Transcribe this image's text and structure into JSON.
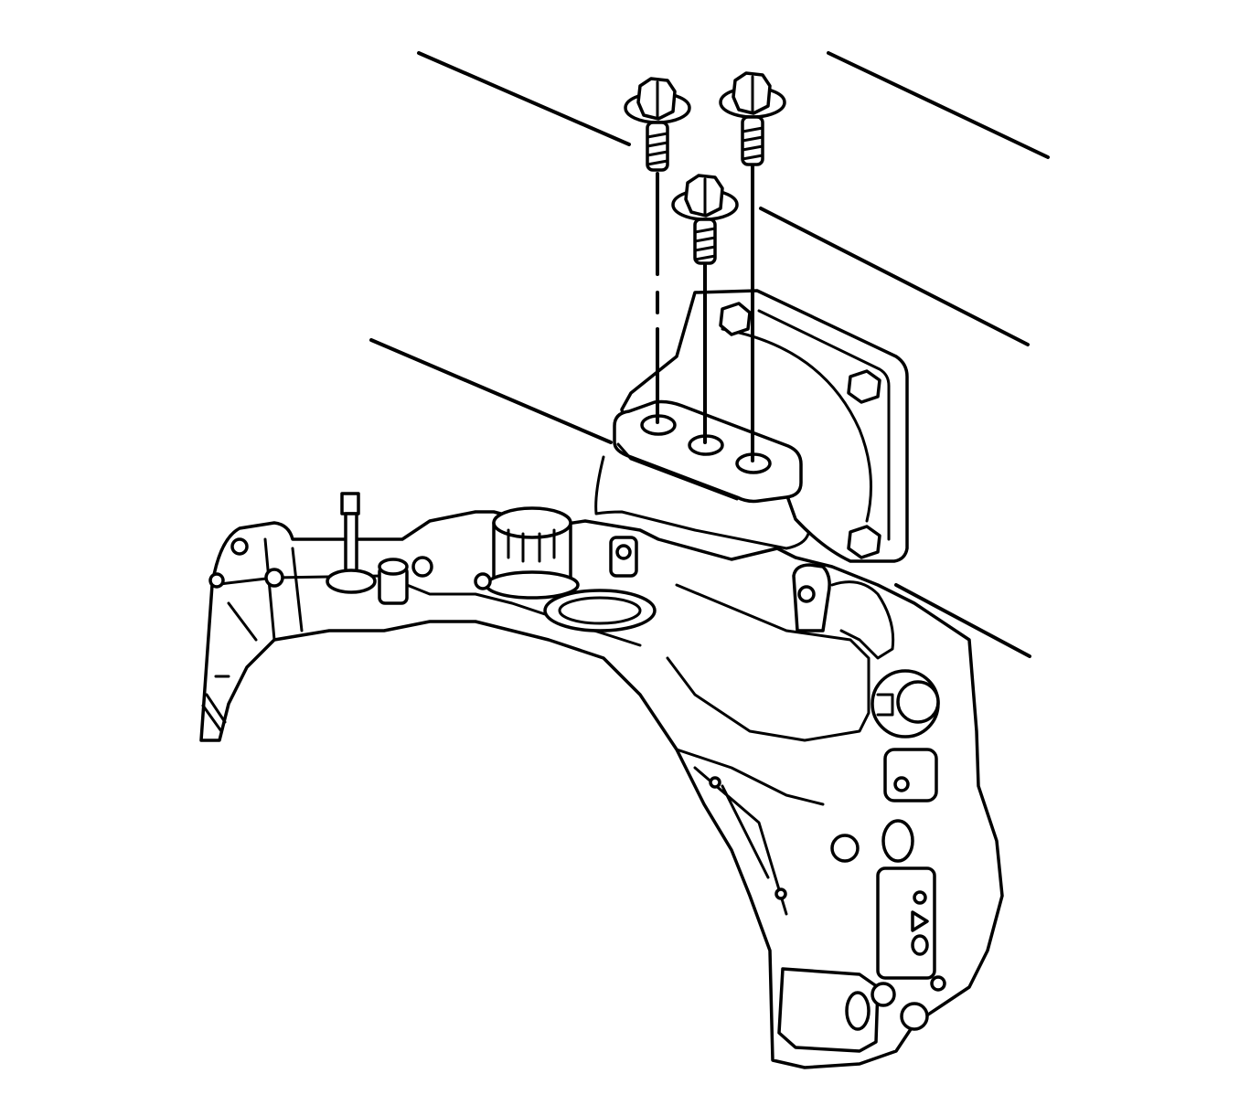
{
  "figure": {
    "kind": "line-art service illustration",
    "colors": {
      "background": "#ffffff",
      "ink": "#000000"
    },
    "components": {
      "bolts": [
        "bolt-left",
        "bolt-middle",
        "bolt-right"
      ],
      "mount_flange_holes": 3,
      "background_edges": 4
    }
  }
}
